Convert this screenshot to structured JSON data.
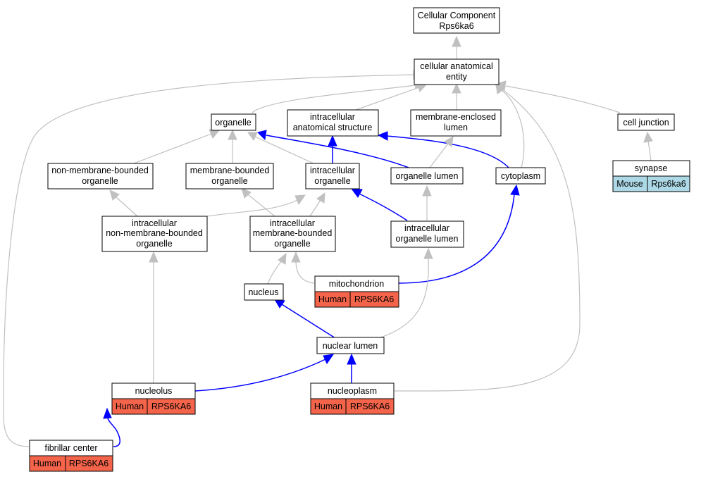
{
  "nodes": {
    "root": {
      "line1": "Cellular Component",
      "line2": "Rps6ka6"
    },
    "cae": {
      "line1": "cellular anatomical",
      "line2": "entity"
    },
    "organelle": {
      "label": "organelle"
    },
    "ias": {
      "line1": "intracellular",
      "line2": "anatomical structure"
    },
    "mel": {
      "line1": "membrane-enclosed",
      "line2": "lumen"
    },
    "celljunction": {
      "label": "cell junction"
    },
    "nmbo": {
      "line1": "non-membrane-bounded",
      "line2": "organelle"
    },
    "mbo": {
      "line1": "membrane-bounded",
      "line2": "organelle"
    },
    "io": {
      "line1": "intracellular",
      "line2": "organelle"
    },
    "ol": {
      "label": "organelle lumen"
    },
    "cyto": {
      "label": "cytoplasm"
    },
    "synapse": {
      "label": "synapse",
      "species": "Mouse",
      "gene": "Rps6ka6"
    },
    "inmbo": {
      "line1": "intracellular",
      "line2": "non-membrane-bounded",
      "line3": "organelle"
    },
    "imbo": {
      "line1": "intracellular",
      "line2": "membrane-bounded",
      "line3": "organelle"
    },
    "iol": {
      "line1": "intracellular",
      "line2": "organelle lumen"
    },
    "mito": {
      "label": "mitochondrion",
      "species": "Human",
      "gene": "RPS6KA6"
    },
    "nucleus": {
      "label": "nucleus"
    },
    "nlumen": {
      "label": "nuclear lumen"
    },
    "nucleolus": {
      "label": "nucleolus",
      "species": "Human",
      "gene": "RPS6KA6"
    },
    "nucleoplasm": {
      "label": "nucleoplasm",
      "species": "Human",
      "gene": "RPS6KA6"
    },
    "fc": {
      "label": "fibrillar center",
      "species": "Human",
      "gene": "RPS6KA6"
    }
  },
  "colors": {
    "human": "#f4644a",
    "mouse": "#add8e6",
    "gray_edge": "#c0c0c0",
    "blue_edge": "#0000ff"
  }
}
